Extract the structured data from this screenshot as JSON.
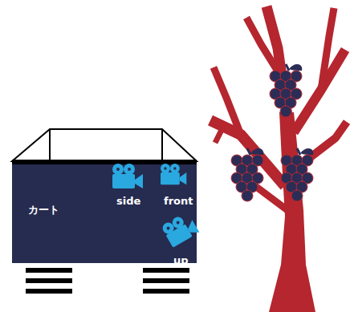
{
  "diagram": {
    "nodes": [
      {
        "text": [
          "カート"
        ]
      }
    ],
    "labels": [
      "side",
      "front",
      "up"
    ]
  }
}
